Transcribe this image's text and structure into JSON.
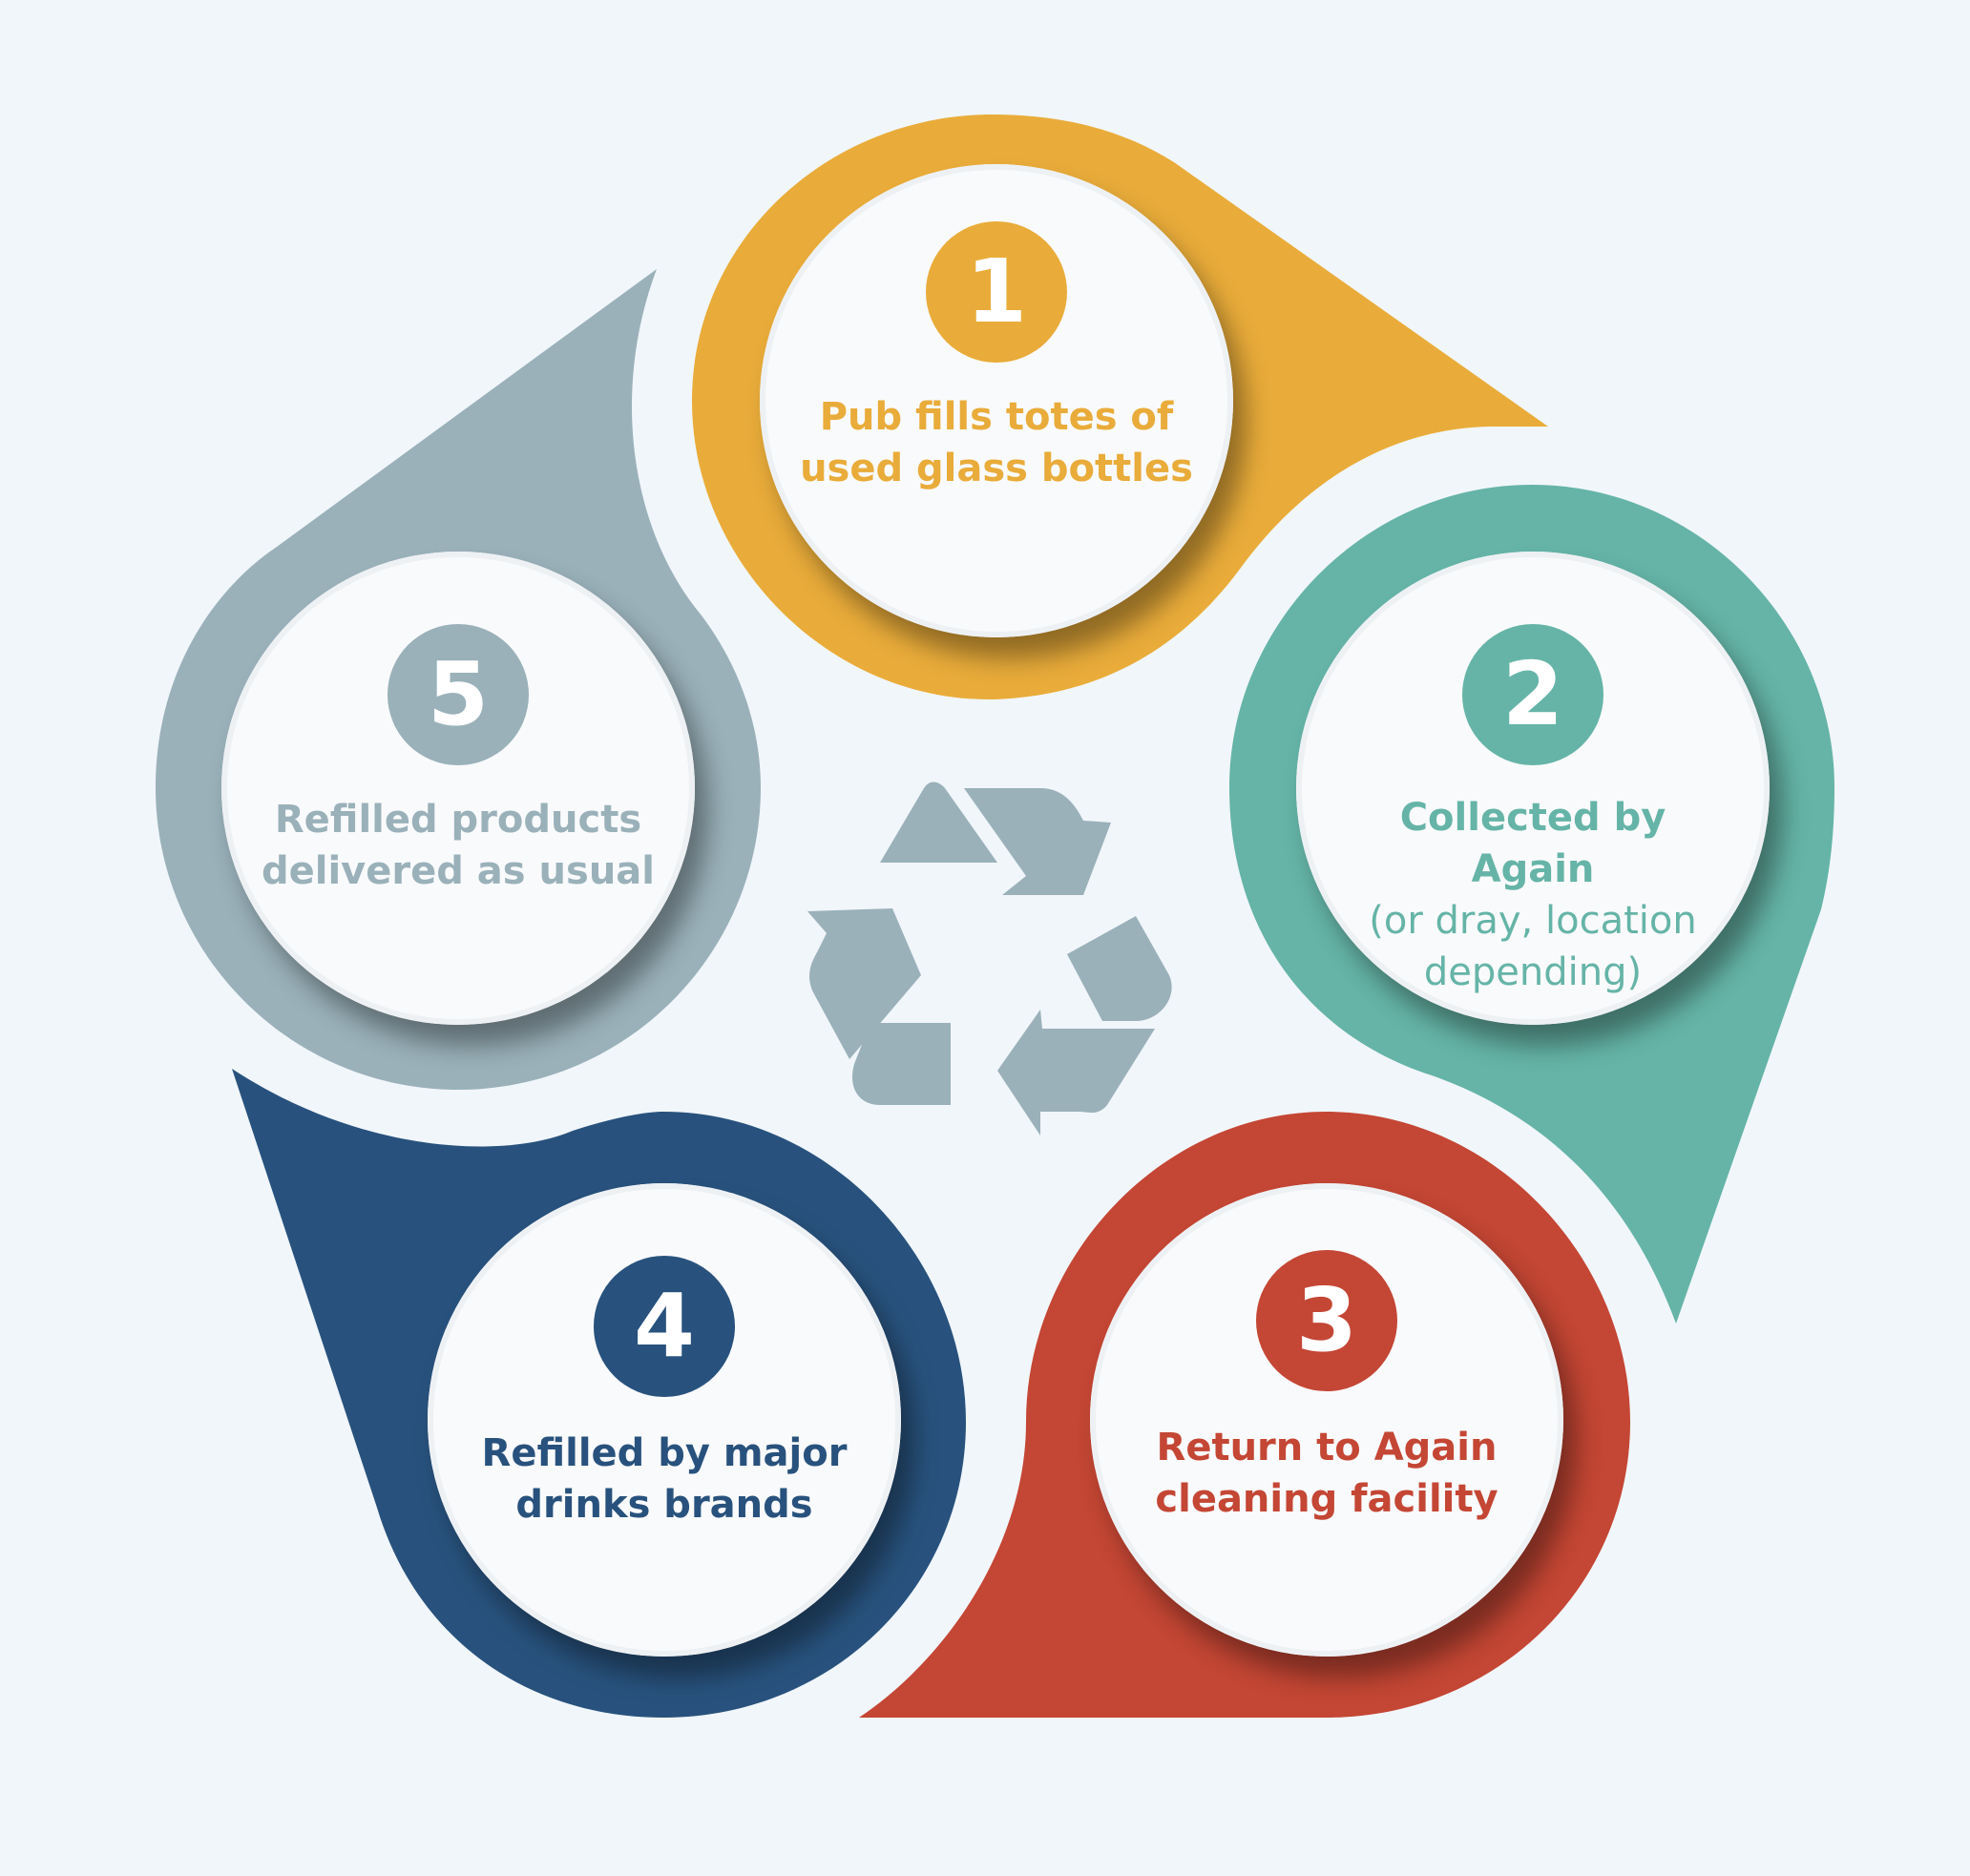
{
  "colors": {
    "background": "#f1f6fa",
    "step1": "#e9ac3a",
    "step2": "#65b4a7",
    "step3": "#c44634",
    "step4": "#28527d",
    "step5": "#9ab1ba",
    "recycle_icon": "#9ab1ba"
  },
  "center_icon": "recycle-icon",
  "steps": [
    {
      "number": "1",
      "text": "Pub fills totes of used glass bottles",
      "sub": ""
    },
    {
      "number": "2",
      "text": "Collected by Again",
      "sub": "(or dray, location depending)"
    },
    {
      "number": "3",
      "text": "Return to Again cleaning facility",
      "sub": ""
    },
    {
      "number": "4",
      "text": "Refilled by major drinks brands",
      "sub": ""
    },
    {
      "number": "5",
      "text": "Refilled products delivered as usual",
      "sub": ""
    }
  ]
}
